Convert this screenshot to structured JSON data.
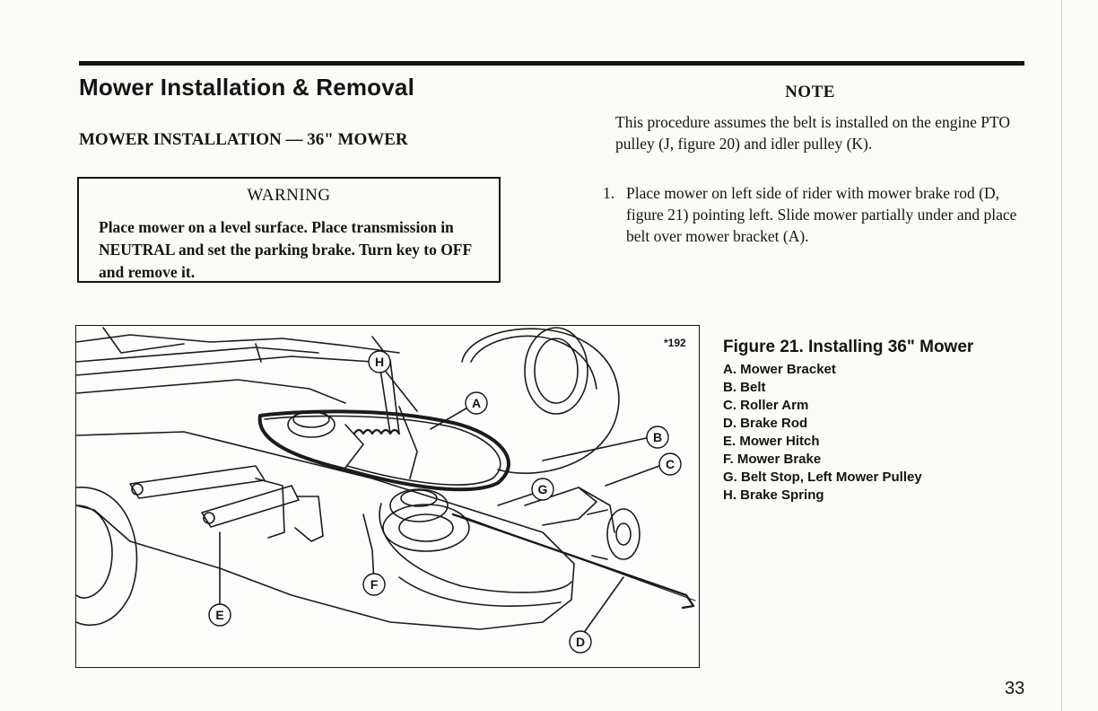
{
  "header": {
    "title": "Mower Installation & Removal",
    "subtitle": "MOWER INSTALLATION — 36\" MOWER"
  },
  "warning": {
    "title": "WARNING",
    "text": "Place mower on a level surface. Place transmission in NEUTRAL and set the parking brake. Turn key to OFF and remove it."
  },
  "note": {
    "title": "NOTE",
    "text": "This procedure assumes the belt is installed on the engine PTO pulley (J, figure 20) and idler pulley (K)."
  },
  "steps": [
    {
      "number": "1.",
      "text": "Place mower on left side of rider with mower brake rod (D, figure 21) pointing left. Slide mower partially under and place belt over mower bracket (A)."
    }
  ],
  "figure": {
    "id": "*192",
    "caption": "Figure 21. Installing 36\" Mower",
    "callouts": [
      "H",
      "A",
      "B",
      "C",
      "G",
      "F",
      "E",
      "D"
    ],
    "legend": [
      "A. Mower Bracket",
      "B. Belt",
      "C. Roller Arm",
      "D. Brake Rod",
      "E. Mower Hitch",
      "F. Mower Brake",
      "G. Belt Stop, Left Mower Pulley",
      "H. Brake Spring"
    ]
  },
  "page_number": "33"
}
